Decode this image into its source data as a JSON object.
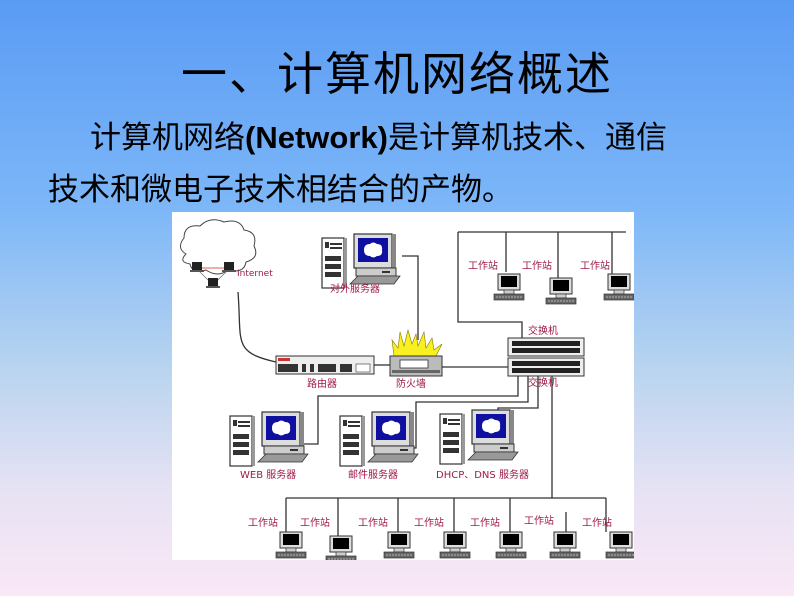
{
  "slide": {
    "title": "一、计算机网络概述",
    "paragraph": {
      "part1": "计算机网络",
      "part2": "(Network)",
      "part3": "是计算机技术、通信",
      "line2": "技术和微电子技术相结合的产物。"
    }
  },
  "diagram": {
    "internet_label": "Internet",
    "external_server_label": "对外服务器",
    "router_label": "路由器",
    "firewall_label": "防火墙",
    "switch_top_label": "交换机",
    "switch_bottom_label": "交换机",
    "web_server_label": "WEB 服务器",
    "mail_server_label": "邮件服务器",
    "dhcp_dns_server_label": "DHCP、DNS 服务器",
    "top_workstations": [
      "工作站",
      "工作站",
      "工作站"
    ],
    "bottom_workstations": [
      "工作站",
      "工作站",
      "工作站",
      "工作站",
      "工作站",
      "工作站",
      "工作站"
    ],
    "colors": {
      "label": "#a0184a",
      "screen_blue": "#1010a0",
      "flame": "#f8f020"
    }
  }
}
